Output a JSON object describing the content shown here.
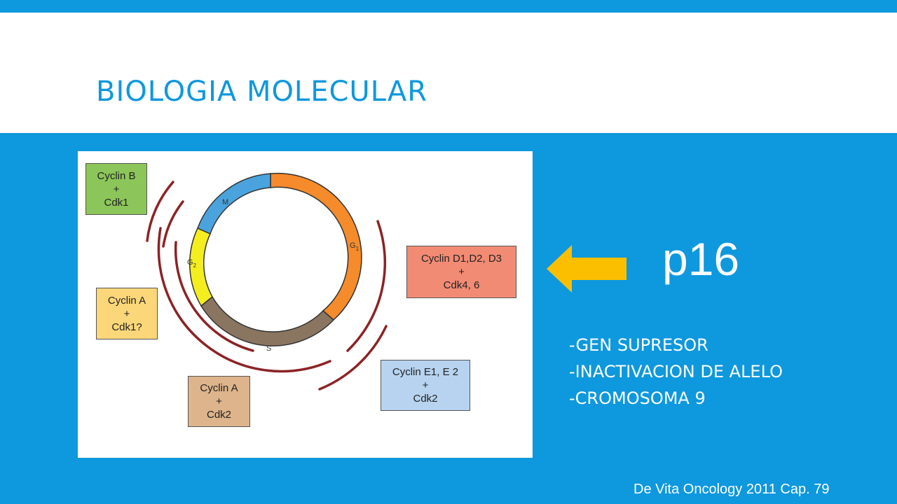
{
  "slide": {
    "title": "BIOLOGIA MOLECULAR",
    "gene": "p16",
    "bullets": [
      "-GEN SUPRESOR",
      "-INACTIVACION DE ALELO",
      "-CROMOSOMA 9"
    ],
    "citation": "De Vita Oncology 2011 Cap. 79"
  },
  "diagram": {
    "phases": {
      "m": "M",
      "g1": "G",
      "g1_sub": "1",
      "g2": "G",
      "g2_sub": "2",
      "s": "S"
    },
    "boxes": {
      "cyclin_b": [
        "Cyclin B",
        "+",
        "Cdk1"
      ],
      "cyclin_a1": [
        "Cyclin A",
        "+",
        "Cdk1?"
      ],
      "cyclin_a2": [
        "Cyclin A",
        "+",
        "Cdk2"
      ],
      "cyclin_d": [
        "Cyclin D1,D2, D3",
        "+",
        "Cdk4, 6"
      ],
      "cyclin_e": [
        "Cyclin E1, E 2",
        "+",
        "Cdk2"
      ]
    }
  },
  "colors": {
    "slide_blue": "#0e98dd",
    "arrow": "#fcbf00",
    "phase_m": "#4aa3dd",
    "phase_g1": "#f58b2a",
    "phase_s": "#8a7560",
    "phase_g2": "#f4ee1f",
    "arcs": "#8b2325",
    "box_green": "#8cc65a",
    "box_yellow": "#fbd77a",
    "box_tan": "#ddb48b",
    "box_salmon": "#f28b74",
    "box_blue": "#b7d3ef"
  }
}
